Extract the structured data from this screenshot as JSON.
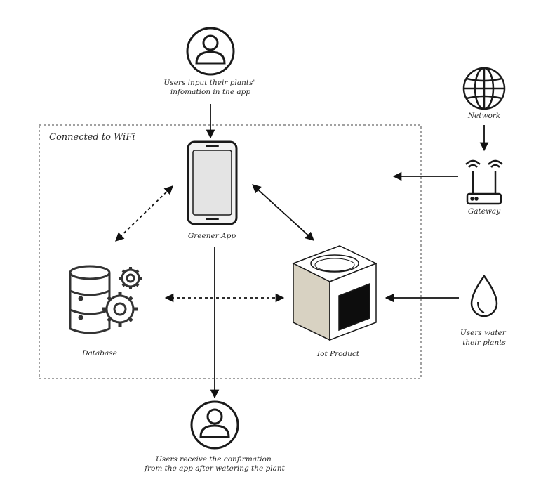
{
  "boundary": {
    "label": "Connected to WiFi"
  },
  "nodes": {
    "user_top": {
      "lines": [
        "Users input their plants'",
        "infomation in the app"
      ]
    },
    "phone": {
      "label": "Greener App"
    },
    "network": {
      "label": "Network"
    },
    "gateway": {
      "label": "Gateway"
    },
    "database": {
      "label": "Database"
    },
    "iot": {
      "label": "Iot Product"
    },
    "water": {
      "lines": [
        "Users water",
        "their plants"
      ]
    },
    "user_bottom": {
      "lines": [
        "Users receive the confirmation",
        "from the app after watering the plant"
      ]
    }
  },
  "icons": {
    "user_top": "user-avatar-icon",
    "phone": "smartphone-icon",
    "network": "globe-icon",
    "gateway": "router-icon",
    "database": "database-gears-icon",
    "iot": "iot-planter-cube-icon",
    "water": "water-drop-icon",
    "user_bottom": "user-avatar-icon"
  }
}
